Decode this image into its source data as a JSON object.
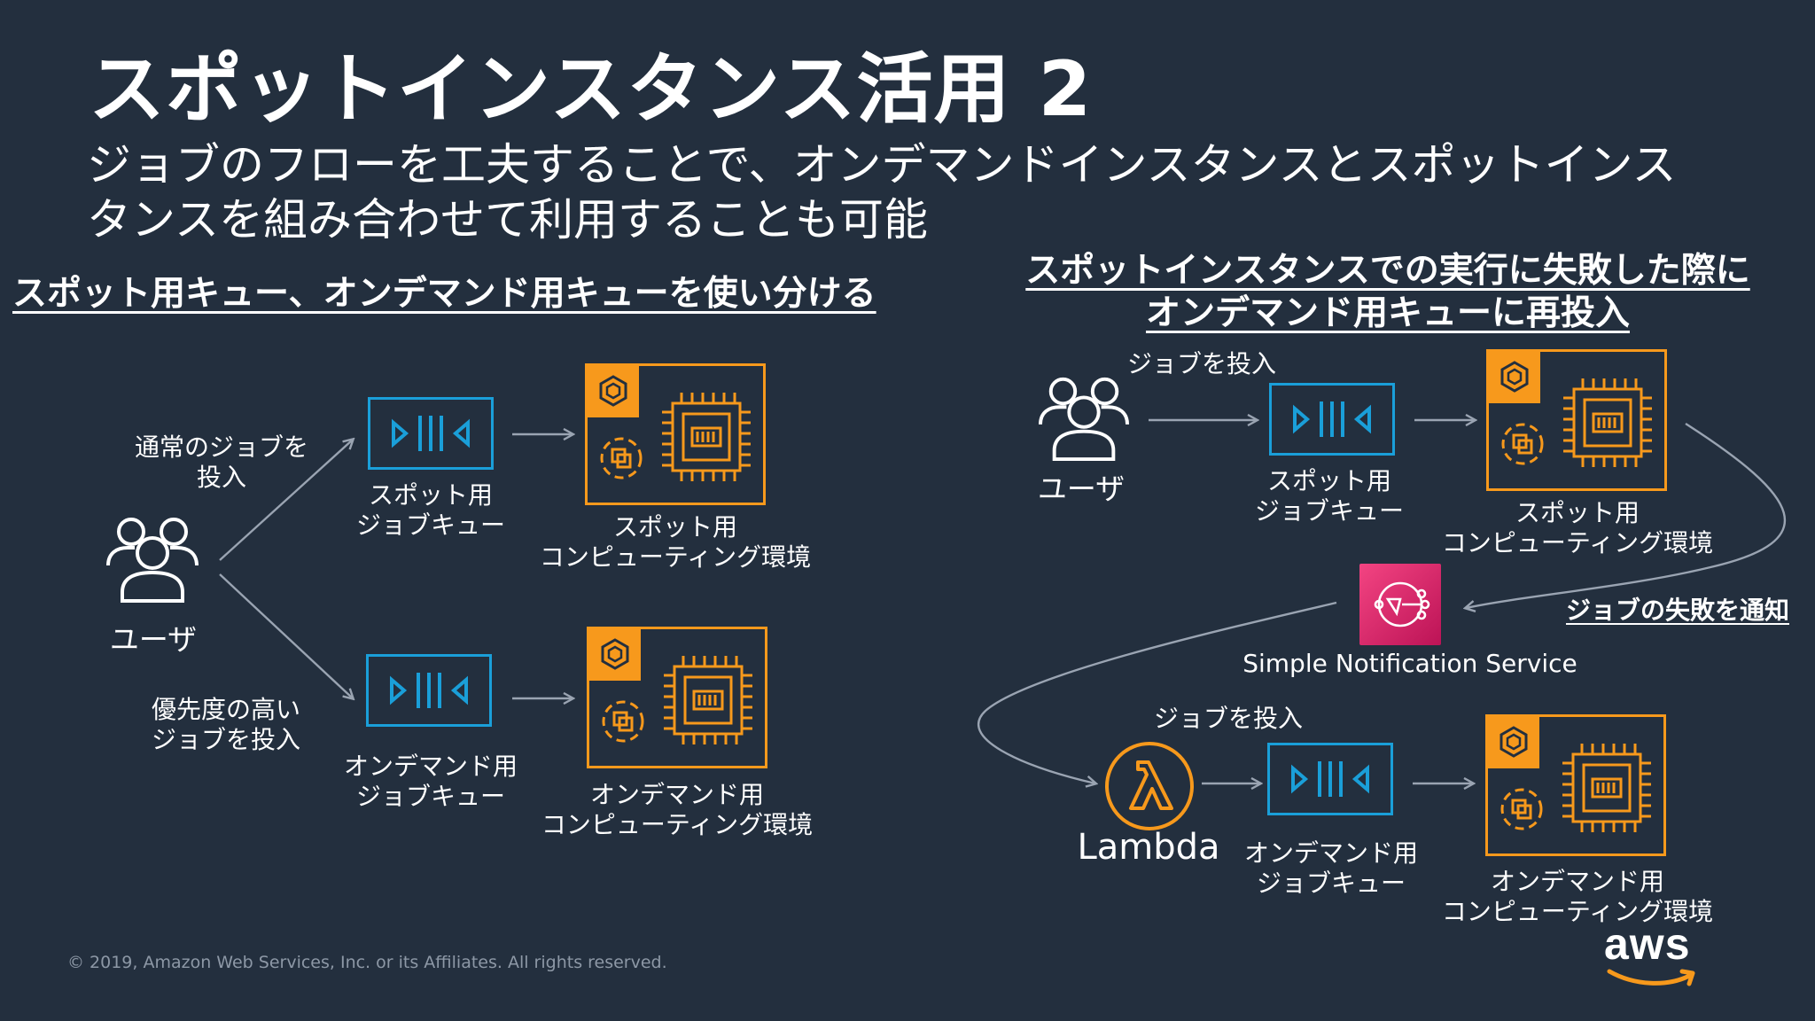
{
  "slide": {
    "title": "スポットインスタンス活用 2",
    "subtitle_line1": "ジョブのフローを工夫することで、オンデマンドインスタンスとスポットインス",
    "subtitle_line2": "タンスを組み合わせて利用することも可能",
    "copyright": "© 2019, Amazon Web Services, Inc. or its Affiliates. All rights reserved.",
    "logo_text": "aws"
  },
  "left": {
    "heading": "スポット用キュー、オンデマンド用キューを使い分ける",
    "user_label": "ユーザ",
    "top_arrow_label_1": "通常のジョブを",
    "top_arrow_label_2": "投入",
    "bottom_arrow_label_1": "優先度の高い",
    "bottom_arrow_label_2": "ジョブを投入",
    "spot_queue_1": "スポット用",
    "spot_queue_2": "ジョブキュー",
    "spot_env_1": "スポット用",
    "spot_env_2": "コンピューティング環境",
    "od_queue_1": "オンデマンド用",
    "od_queue_2": "ジョブキュー",
    "od_env_1": "オンデマンド用",
    "od_env_2": "コンピューティング環境"
  },
  "right": {
    "heading_1": "スポットインスタンスでの実行に失敗した際に",
    "heading_2": "オンデマンド用キューに再投入",
    "user_label": "ユーザ",
    "submit_label": "ジョブを投入",
    "spot_queue_1": "スポット用",
    "spot_queue_2": "ジョブキュー",
    "spot_env_1": "スポット用",
    "spot_env_2": "コンピューティング環境",
    "notify_label": "ジョブの失敗を通知",
    "sns_label": "Simple Notification Service",
    "resubmit_label": "ジョブを投入",
    "lambda_label": "Lambda",
    "od_queue_1": "オンデマンド用",
    "od_queue_2": "ジョブキュー",
    "od_env_1": "オンデマンド用",
    "od_env_2": "コンピューティング環境"
  },
  "colors": {
    "background": "#232f3e",
    "queue_blue": "#1a9fd9",
    "compute_orange": "#f7991c",
    "sns_pink": "#e7157b",
    "arrow": "#9aa4b2"
  },
  "icons": [
    "people-icon",
    "job-queue-icon",
    "batch-compute-env-icon",
    "sns-icon",
    "lambda-icon",
    "aws-logo"
  ]
}
